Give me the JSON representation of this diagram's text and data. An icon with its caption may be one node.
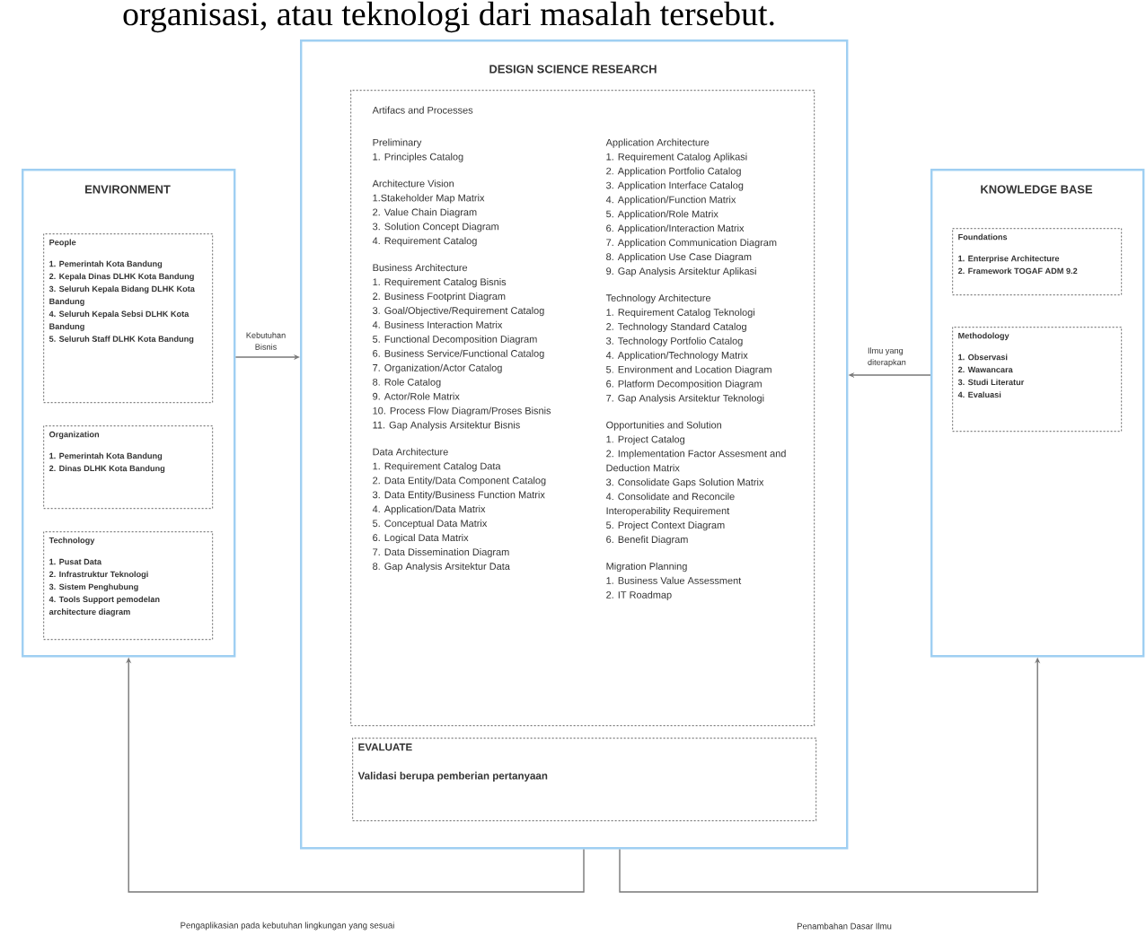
{
  "diagram": {
    "nodes": [
      {
        "text": [
          "ENVIRONMENT"
        ]
      },
      {
        "text": [
          "People",
          "1. Pemerintah Kota Bandung",
          "2. Kepala Dinas DLHK Kota Bandung",
          "3. Seluruh Kepala Bidang DLHK Kota Bandung",
          "4. Seluruh Kepala Sebsi DLHK Kota Bandung",
          "5. Seluruh Staff DLHK Kota Bandung"
        ],
        "in": 0
      },
      {
        "text": [
          "Organization",
          "1. Pemerintah Kota Bandung",
          "2. Dinas DLHK Kota Bandung"
        ],
        "in": 0
      },
      {
        "text": [
          "Technology",
          "1. Pusat Data",
          "2. Infrastruktur Teknologi",
          "3. Sistem Penghubung",
          "4. Tools Support pemodelan architecture diagram"
        ],
        "in": 0
      },
      {
        "text": [
          "DESIGN SCIENCE RESEARCH"
        ]
      },
      {
        "text": [
          "Artifacs and Processes",
          "Preliminary",
          "1. Principles Catalog",
          "Architecture Vision",
          "1.Stakeholder Map Matrix",
          "2. Value Chain Diagram",
          "3. Solution Concept Diagram",
          "4. Requirement Catalog",
          "Business Architecture",
          "1. Requirement Catalog Bisnis",
          "2. Business Footprint Diagram",
          "3. Goal/Objective/Requirement Catalog",
          "4. Business Interaction Matrix",
          "5. Functional Decomposition Diagram",
          "6. Business Service/Functional Catalog",
          "7. Organization/Actor Catalog",
          "8. Role Catalog",
          "9. Actor/Role Matrix",
          "10. Process Flow Diagram/Proses Bisnis",
          "11. Gap Analysis Arsitektur Bisnis",
          "Data Architecture",
          "1. Requirement Catalog Data",
          "2. Data Entity/Data Component Catalog",
          "3. Data Entity/Business Function Matrix",
          "4. Application/Data Matrix",
          "5. Conceptual Data Matrix",
          "6. Logical Data Matrix",
          "7. Data Dissemination Diagram",
          "8. Gap Analysis Arsitektur Data",
          "Application Architecture",
          "1. Requirement Catalog Aplikasi",
          "2. Application Portfolio Catalog",
          "3. Application Interface Catalog",
          "4. Application/Function Matrix",
          "5. Application/Role Matrix",
          "6. Application/Interaction Matrix",
          "7. Application Communication Diagram",
          "8. Application Use Case Diagram",
          "9. Gap Analysis Arsitektur Aplikasi",
          "Technology Architecture",
          "1. Requirement Catalog Teknologi",
          "2. Technology Standard Catalog",
          "3. Technology Portfolio Catalog",
          "4. Application/Technology Matrix",
          "5. Environment and Location Diagram",
          "6. Platform Decomposition Diagram",
          "7. Gap Analysis Arsitektur Teknologi",
          "Opportunities and Solution",
          "1. Project Catalog",
          "2. Implementation Factor Assesment and Deduction Matrix",
          "3. Consolidate Gaps Solution Matrix",
          "4. Consolidate and Reconcile Interoperability Requirement",
          "5. Project Context Diagram",
          "6. Benefit Diagram",
          "Migration Planning",
          "1. Business Value Assessment",
          "2. IT Roadmap"
        ],
        "in": 4
      },
      {
        "text": [
          "EVALUATE",
          "Validasi berupa pemberian pertanyaan"
        ],
        "in": 4
      },
      {
        "text": [
          "KNOWLEDGE BASE"
        ]
      },
      {
        "text": [
          "Foundations",
          "1. Enterprise Architecture",
          "2. Framework TOGAF ADM 9.2"
        ],
        "in": 7
      },
      {
        "text": [
          "Methodology",
          "1. Observasi",
          "2. Wawancara",
          "3. Studi Literatur",
          "4. Evaluasi"
        ],
        "in": 7
      }
    ],
    "edges": [
      {
        "from": 0,
        "to": 4,
        "arrow": "to",
        "label": "Kebutuhan Bisnis"
      },
      {
        "from": 7,
        "to": 4,
        "arrow": "to",
        "label": "Ilmu yang diterapkan"
      },
      {
        "from": 4,
        "to": 0,
        "arrow": "to",
        "label": "Pengaplikasian pada kebutuhan lingkungan yang sesuai"
      },
      {
        "from": 4,
        "to": 7,
        "arrow": "to",
        "label": "Penambahan Dasar Ilmu"
      }
    ],
    "labels": [
      "organisasi, atau teknologi dari masalah tersebut."
    ]
  }
}
